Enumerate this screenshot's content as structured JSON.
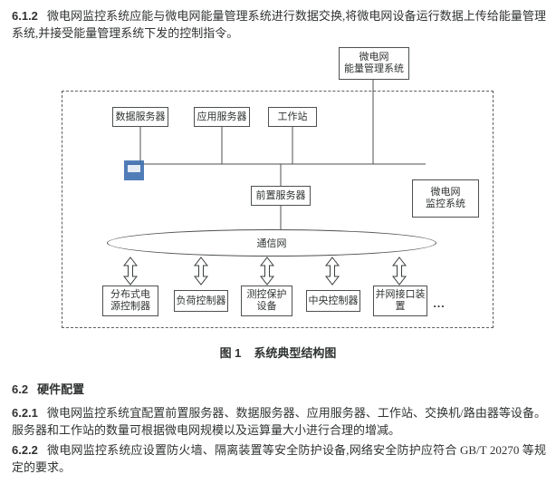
{
  "page": {
    "p612": {
      "num": "6.1.2",
      "text": "微电网监控系统应能与微电网能量管理系统进行数据交换,将微电网设备运行数据上传给能量管理系统,并接受能量管理系统下发的控制指令。"
    },
    "h62": {
      "num": "6.2",
      "text": "硬件配置"
    },
    "p621": {
      "num": "6.2.1",
      "text": "微电网监控系统宜配置前置服务器、数据服务器、应用服务器、工作站、交换机/路由器等设备。服务器和工作站的数量可根据微电网规模以及运算量大小进行合理的增减。"
    },
    "p622": {
      "num": "6.2.2",
      "text": "微电网监控系统应设置防火墙、隔离装置等安全防护设备,网络安全防护应符合 GB/T 20270 等规定的要求。"
    }
  },
  "figure": {
    "caption_label": "图 1",
    "caption_text": "系统典型结构图",
    "nodes": {
      "energy_mgmt": "微电网\n能量管理系统",
      "data_server": "数据服务器",
      "app_server": "应用服务器",
      "workstation": "工作站",
      "front_server": "前置服务器",
      "scada": "微电网\n监控系统",
      "comm_net": "通信网",
      "ellipsis": "…"
    },
    "devices": [
      "分布式电\n源控制器",
      "负荷控制器",
      "测控保护\n设备",
      "中央控制器",
      "并网接口装\n置"
    ]
  }
}
